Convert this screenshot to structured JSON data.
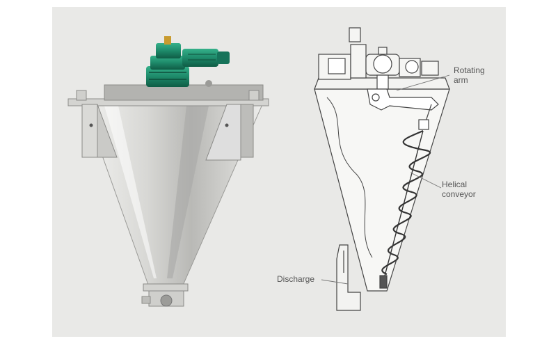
{
  "labels": {
    "rotating_arm": [
      "Rotating",
      "arm"
    ],
    "helical_conveyor": [
      "Helical",
      "conveyor"
    ],
    "discharge": "Discharge"
  },
  "colors": {
    "background": "#e9e9e7",
    "motor": "#1e8a6a",
    "steel": "#c9c9c7",
    "line": "#444444",
    "label": "#555555"
  },
  "icons": {
    "photo": "conical-mixer-photo",
    "diagram": "conical-mixer-cutaway-diagram"
  }
}
